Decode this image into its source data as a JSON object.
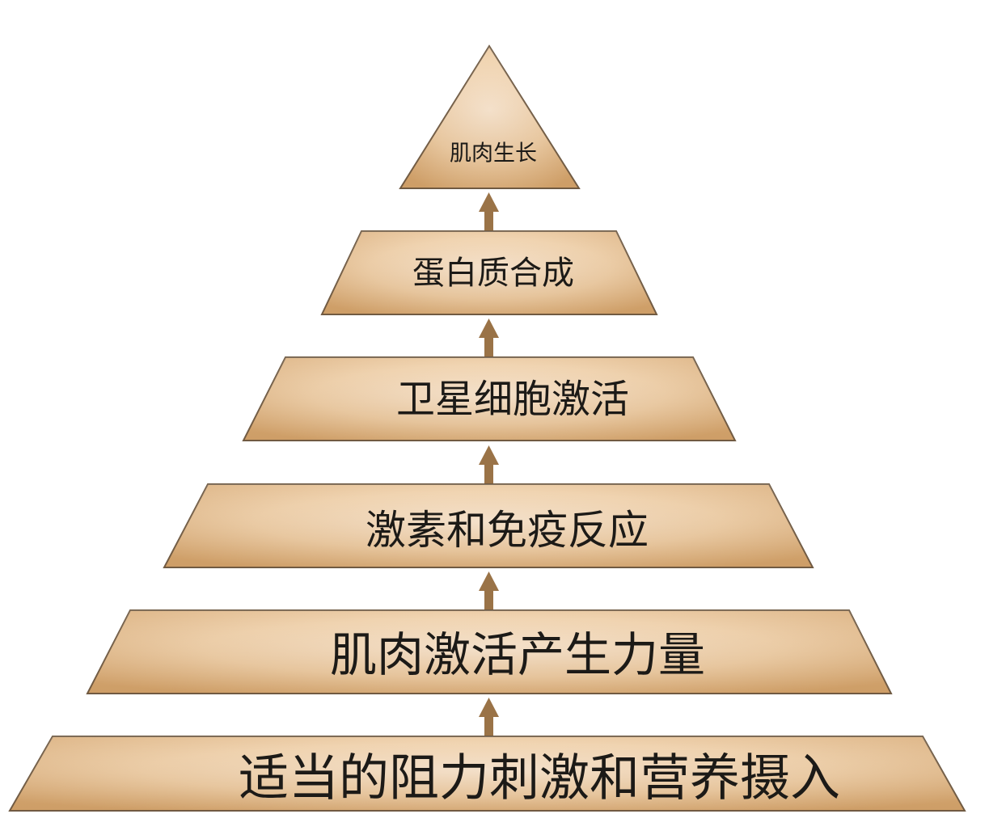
{
  "diagram": {
    "tiers": [
      {
        "id": "tier-1",
        "label": "肌肉生长"
      },
      {
        "id": "tier-2",
        "label": "蛋白质合成"
      },
      {
        "id": "tier-3",
        "label": "卫星细胞激活"
      },
      {
        "id": "tier-4",
        "label": "激素和免疫反应"
      },
      {
        "id": "tier-5",
        "label": "肌肉激活产生力量"
      },
      {
        "id": "tier-6",
        "label": "适当的阻力刺激和营养摄入"
      }
    ],
    "colors": {
      "tier_light": "#fbe8d2",
      "tier_dark": "#d7a76f",
      "outline": "#6f5a43",
      "arrow": "#9a7347"
    }
  }
}
